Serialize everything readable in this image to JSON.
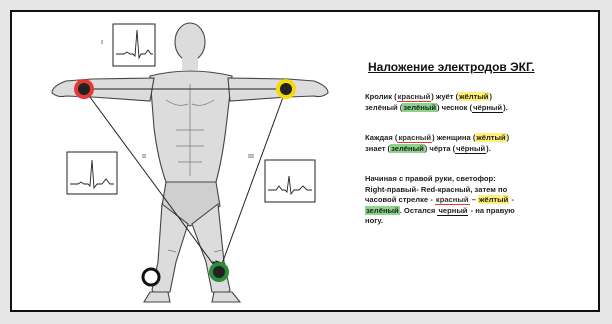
{
  "title": "Наложение электродов ЭКГ.",
  "lines": {
    "l1": {
      "a": "Кролик (",
      "b": "красный",
      "c": ") жуёт (",
      "d": "жёлтый",
      "e": ")",
      "f": "зелёный (",
      "g": "зелёный",
      "h": ") чеснок (",
      "i": "чёрный",
      "j": ")."
    },
    "l2": {
      "a": "Каждая (",
      "b": "красный",
      "c": ") женщина (",
      "d": "жёлтый",
      "e": ")",
      "f": "знает (",
      "g": "зелёный",
      "h": ") чёрта (",
      "i": "чёрный",
      "j": ")."
    },
    "l3": {
      "a": "Начиная с правой руки, светофор:",
      "b": "Right-правый- Red-красный, затем по",
      "c": "часовой стрелке - ",
      "d": "красный",
      "e": " – ",
      "f": "жёлтый",
      "g": " -",
      "h": "зелёный",
      "i": ". Остался ",
      "j": "черный",
      "k": " - на правую",
      "l": "ногу."
    }
  },
  "lead_labels": {
    "lead1": "I",
    "lead2": "II",
    "lead3": "III"
  },
  "electrode_colors": {
    "right_arm": "#e53935",
    "left_arm": "#f5d90a",
    "left_leg": "#2e8b3a",
    "right_leg": "#111111"
  }
}
